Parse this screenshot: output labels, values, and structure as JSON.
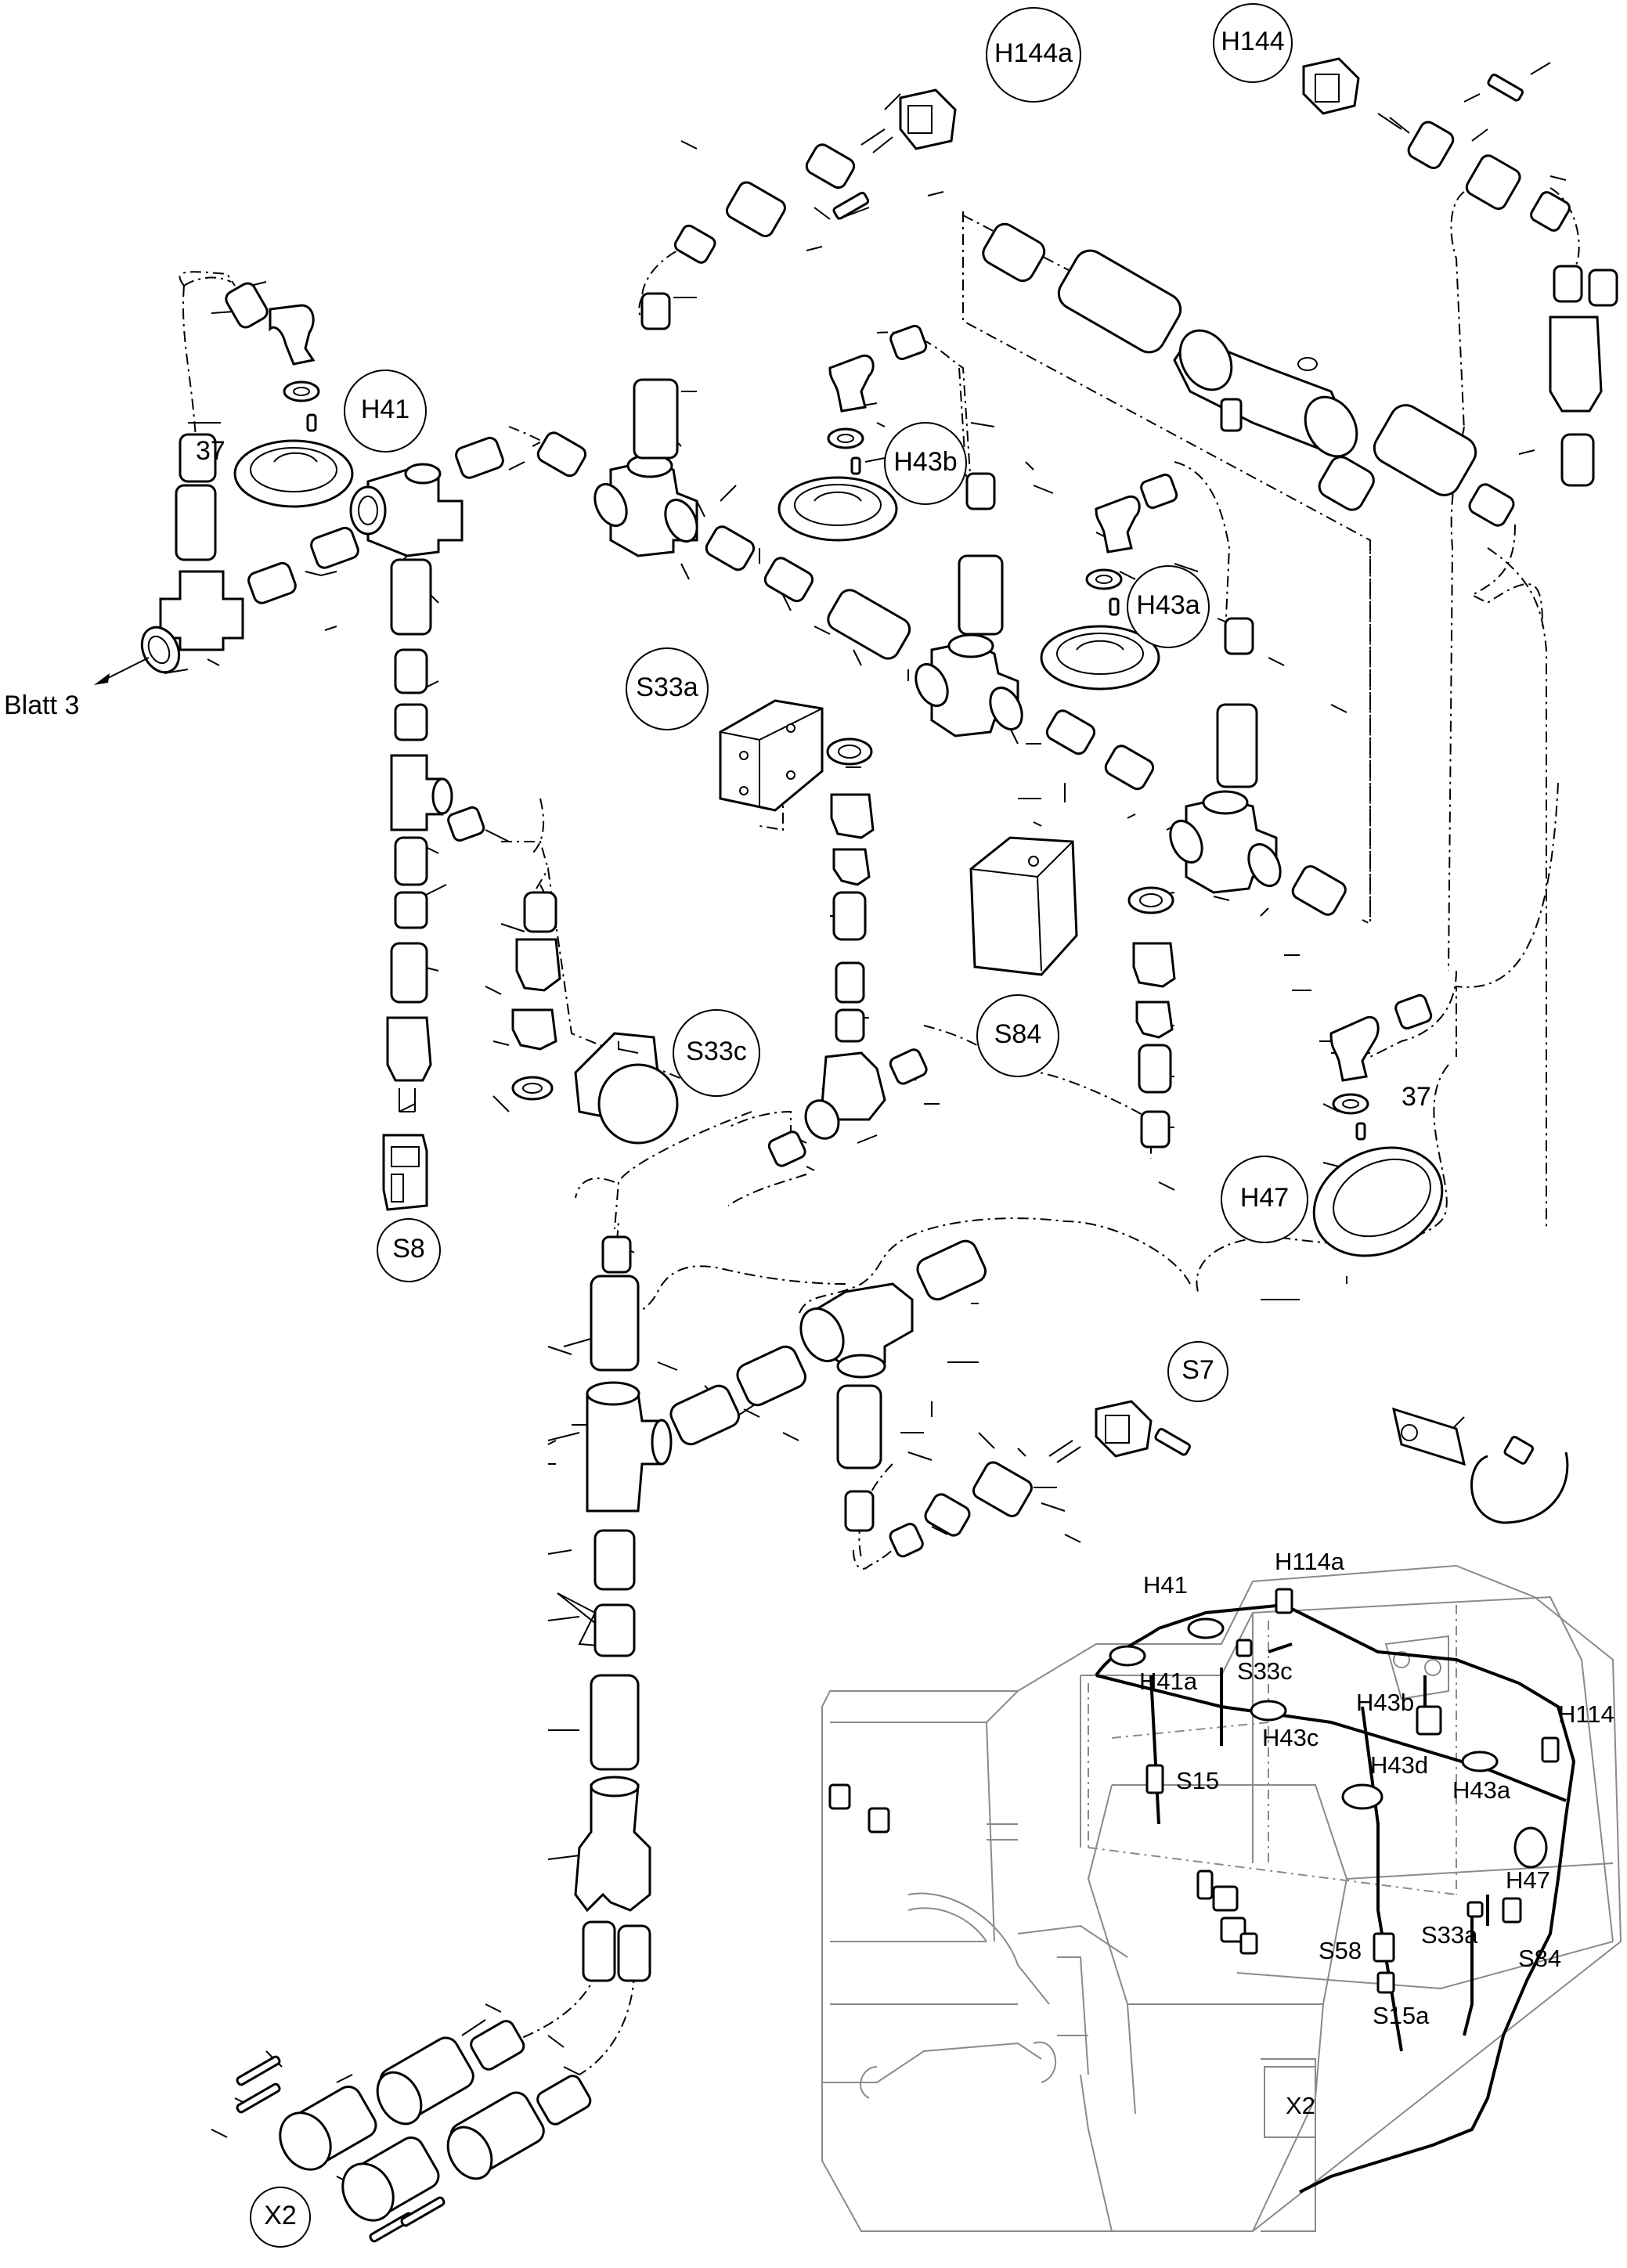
{
  "drawing": {
    "sheet_reference": "Blatt 3",
    "callouts": [
      {
        "id": "H144a",
        "label": "H144a"
      },
      {
        "id": "H144",
        "label": "H144"
      },
      {
        "id": "H41",
        "label": "H41"
      },
      {
        "id": "H43b",
        "label": "H43b"
      },
      {
        "id": "H43a",
        "label": "H43a"
      },
      {
        "id": "S33a",
        "label": "S33a"
      },
      {
        "id": "S33c",
        "label": "S33c"
      },
      {
        "id": "S84",
        "label": "S84"
      },
      {
        "id": "S8",
        "label": "S8"
      },
      {
        "id": "H47",
        "label": "H47"
      },
      {
        "id": "S7",
        "label": "S7"
      },
      {
        "id": "X2",
        "label": "X2"
      }
    ],
    "item_numbers": {
      "a": "37",
      "b": "37"
    },
    "machine_labels": {
      "H41": "H41",
      "H114a": "H114a",
      "H41a": "H41a",
      "S33c": "S33c",
      "H43b": "H43b",
      "H114": "H114",
      "H43c": "H43c",
      "S15": "S15",
      "H43d": "H43d",
      "H43a": "H43a",
      "H47": "H47",
      "S58": "S58",
      "S33a": "S33a",
      "S84": "S84",
      "S15a": "S15a",
      "X2": "X2"
    },
    "icons": {
      "connector": "connector-icon",
      "tee": "tee-fitting-icon",
      "lamp": "lamp-icon",
      "switch": "switch-icon",
      "cable_tie": "cable-tie-icon"
    }
  }
}
